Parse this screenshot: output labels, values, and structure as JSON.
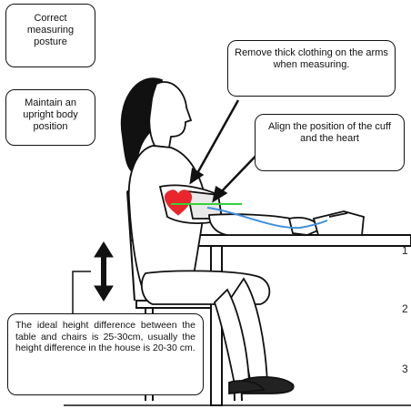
{
  "callouts": {
    "posture": "Correct measuring posture",
    "upright": "Maintain an upright body position",
    "clothing": "Remove thick clothing on the arms when measuring.",
    "cuff": "Align the position of the cuff and the heart",
    "height": "The ideal height difference between the table and chairs is 25-30cm, usually the height difference in the house is 20-30 cm."
  },
  "side_numbers": [
    "1",
    "2",
    "3"
  ],
  "colors": {
    "heart": "#e8262b",
    "align_line": "#36d13a",
    "tube": "#3f8fd8",
    "ink": "#111111"
  }
}
